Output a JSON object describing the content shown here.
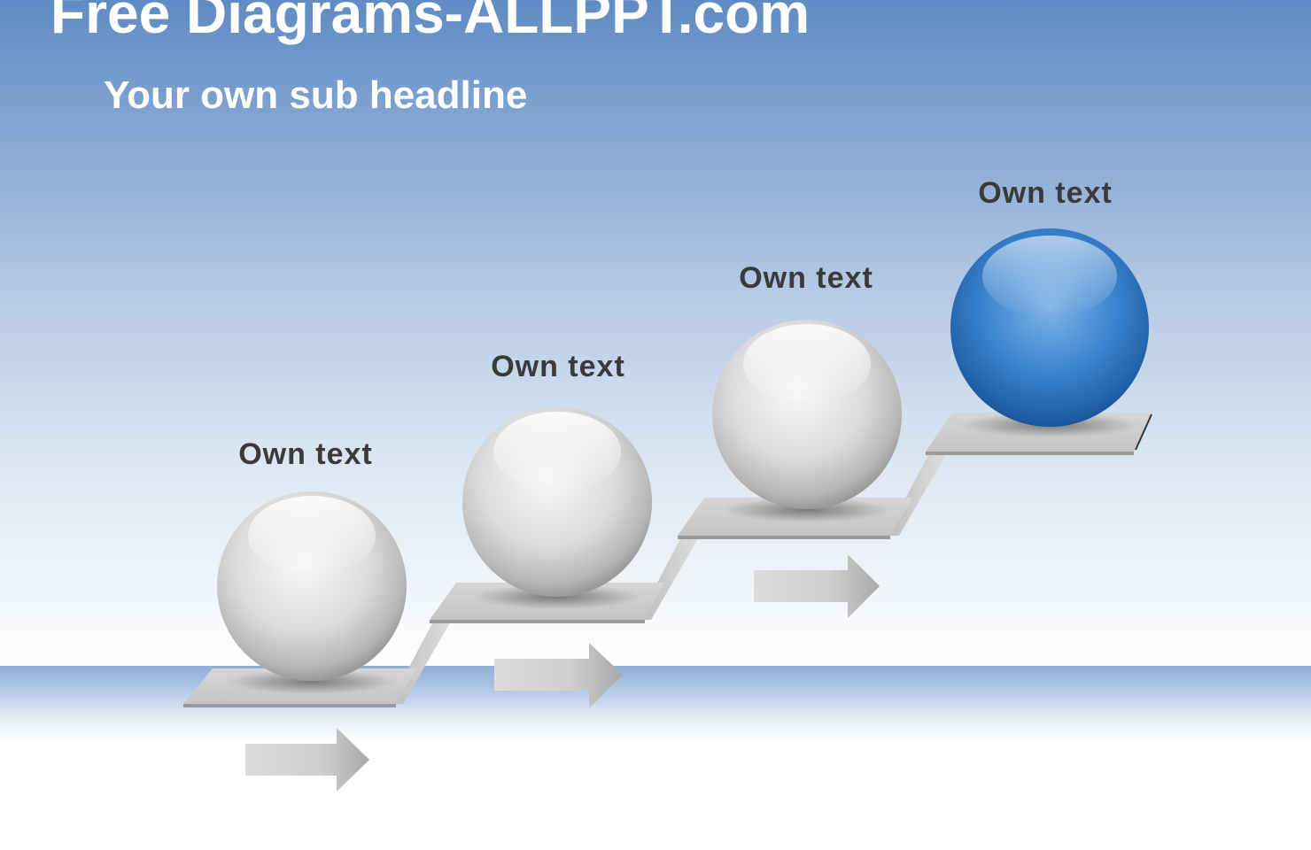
{
  "header": {
    "title": "Free Diagrams-ALLPPT.com",
    "subtitle": "Your own sub headline"
  },
  "steps": [
    {
      "label": "Own text",
      "sphere_color": "gray"
    },
    {
      "label": "Own text",
      "sphere_color": "gray"
    },
    {
      "label": "Own text",
      "sphere_color": "gray"
    },
    {
      "label": "Own text",
      "sphere_color": "blue"
    }
  ],
  "colors": {
    "accent": "#2a6db8",
    "sphere_gray": "#d9d9d9",
    "label_text": "#3a3a3a"
  }
}
